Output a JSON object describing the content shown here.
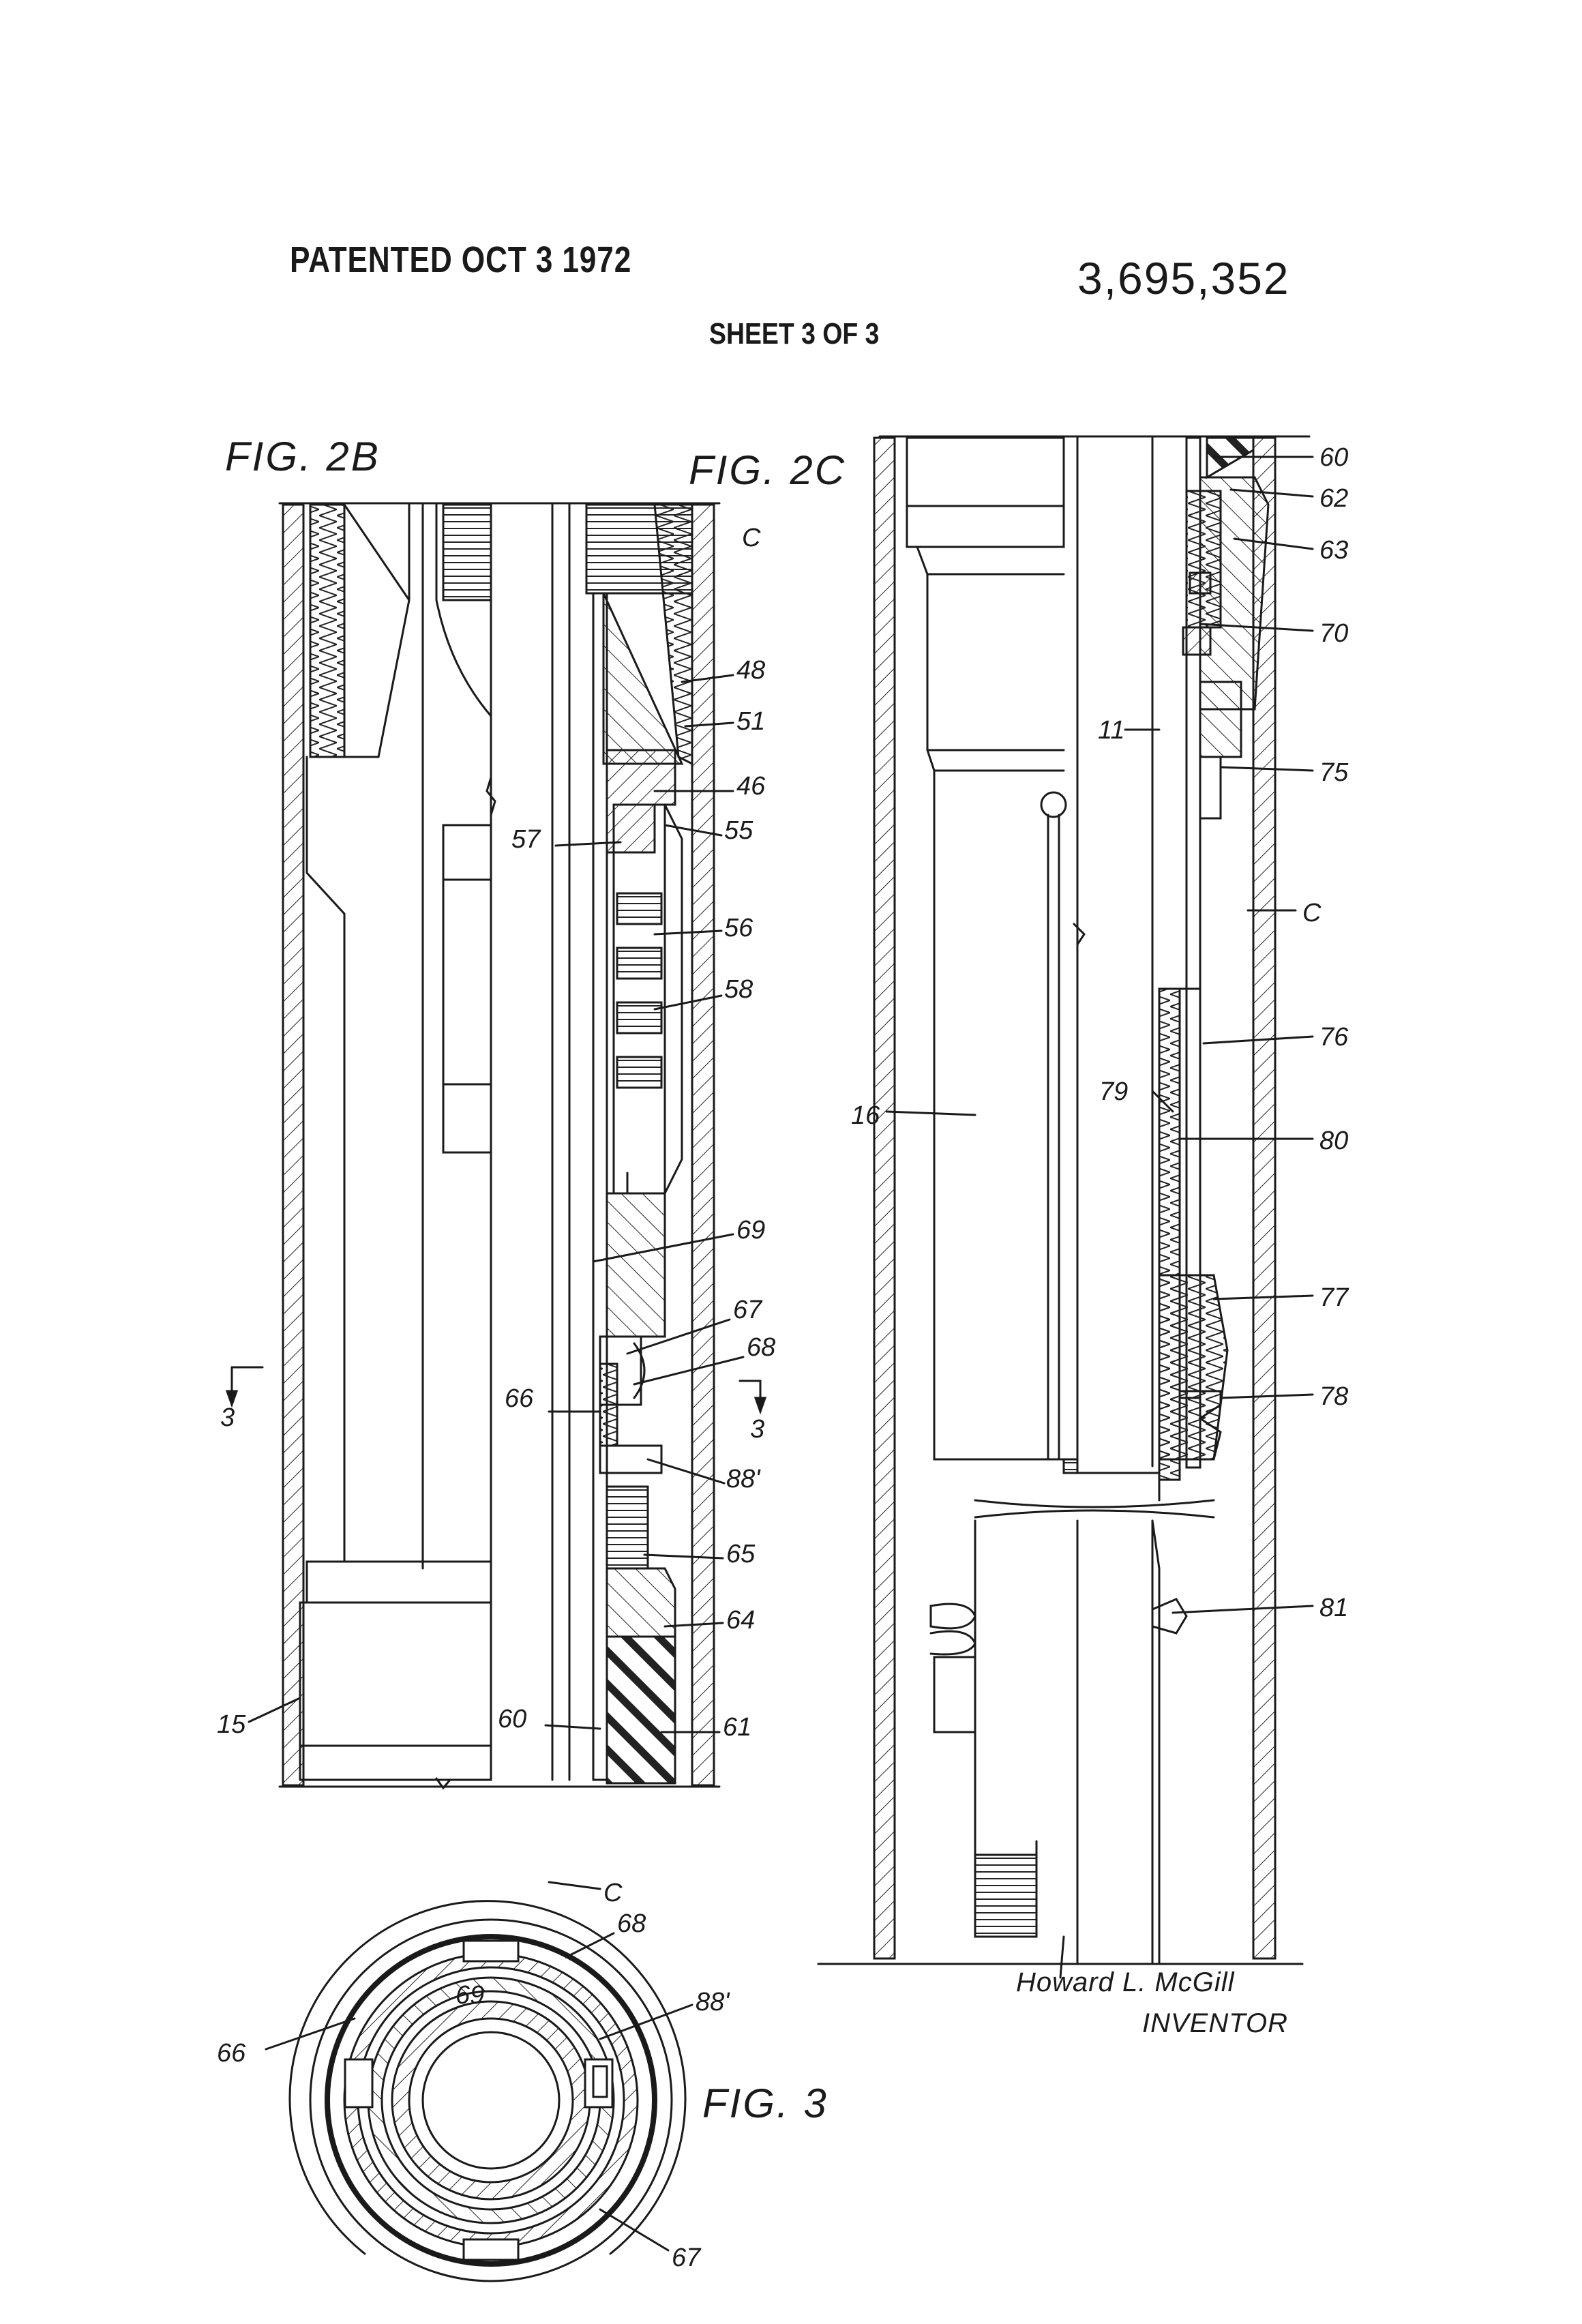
{
  "header": {
    "patented": "PATENTED OCT 3 1972",
    "patent_number": "3,695,352",
    "sheet": "SHEET 3 OF 3"
  },
  "figures": {
    "fig_2b": "FIG. 2B",
    "fig_2c": "FIG. 2C",
    "fig_3": "FIG. 3"
  },
  "labels_2b": {
    "c": "C",
    "n48": "48",
    "n51": "51",
    "n46": "46",
    "n55": "55",
    "n57": "57",
    "n56": "56",
    "n58": "58",
    "n69": "69",
    "n67": "67",
    "n68": "68",
    "n66": "66",
    "n88": "88'",
    "n65": "65",
    "n64": "64",
    "n60": "60",
    "n61": "61",
    "n15": "15",
    "sec_left": "3",
    "sec_right": "3"
  },
  "labels_2c": {
    "n60": "60",
    "n62": "62",
    "n63": "63",
    "n70": "70",
    "n11": "11",
    "n75": "75",
    "c": "C",
    "n76": "76",
    "n79": "79",
    "n16": "16",
    "n80": "80",
    "n77": "77",
    "n78": "78",
    "n81": "81"
  },
  "labels_3": {
    "c": "C",
    "n68": "68",
    "n69": "69",
    "n88": "88'",
    "n66": "66",
    "n67": "67"
  },
  "inventor": {
    "name": "Howard L. McGill",
    "title": "INVENTOR"
  }
}
